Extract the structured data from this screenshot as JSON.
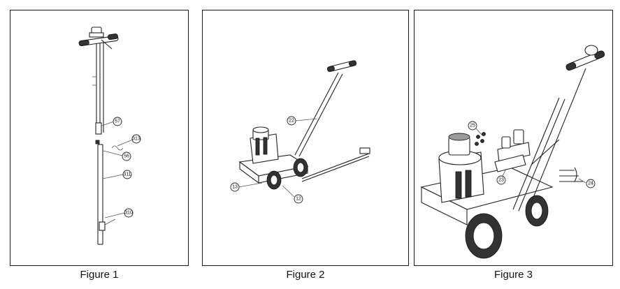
{
  "figures": [
    {
      "caption": "Figure 1",
      "callouts": [
        "57",
        "313",
        "56",
        "311",
        "310"
      ]
    },
    {
      "caption": "Figure 2",
      "callouts": [
        "22",
        "13",
        "12"
      ]
    },
    {
      "caption": "Figure 3",
      "callouts": [
        "25",
        "23",
        "24"
      ]
    }
  ]
}
